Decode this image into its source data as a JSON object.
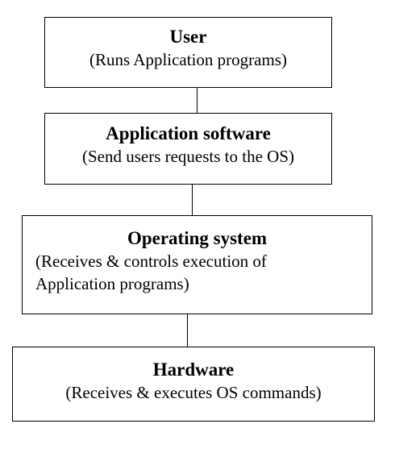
{
  "diagram": {
    "boxes": [
      {
        "title": "User",
        "description": [
          "(Runs Application programs)"
        ]
      },
      {
        "title": "Application software",
        "description": [
          "(Send users requests to the OS)"
        ]
      },
      {
        "title": "Operating system",
        "description": [
          "(Receives & controls execution of",
          "Application programs)"
        ]
      },
      {
        "title": "Hardware",
        "description": [
          "(Receives & executes OS commands)"
        ]
      }
    ],
    "colors": {
      "stroke": "#000000",
      "background": "#ffffff",
      "text": "#000000"
    }
  }
}
